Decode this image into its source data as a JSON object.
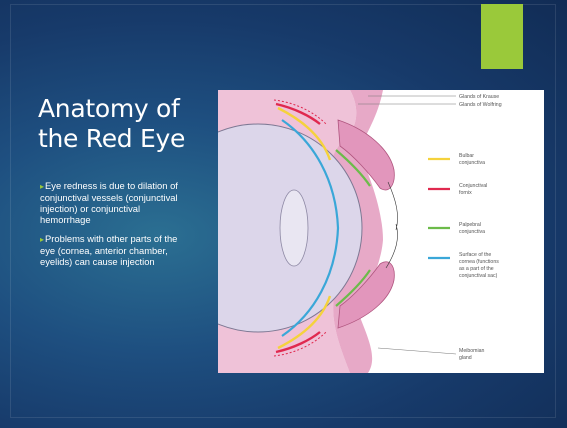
{
  "slide": {
    "title_lines": [
      "Anatomy of",
      "the Red Eye"
    ],
    "bullets": [
      "Eye redness is due to dilation of conjunctival vessels (conjunctival injection) or conjunctival hemorrhage",
      "Problems with other parts of the eye (cornea, anterior chamber, eyelids) can cause injection"
    ],
    "bullet_marker": "▸",
    "colors": {
      "background": "#1e4f80",
      "accent": "#9ac93a",
      "text": "#ffffff"
    }
  },
  "figure": {
    "top_labels": [
      "Glands of Krause",
      "Glands of Wolfring"
    ],
    "legend": [
      {
        "lines": [
          "Bulbar",
          "conjunctiva"
        ],
        "color": "#f5d23c"
      },
      {
        "lines": [
          "Conjunctival",
          "fornix"
        ],
        "color": "#e0294f"
      },
      {
        "lines": [
          "Palpebral",
          "conjunctiva"
        ],
        "color": "#6cbb4a"
      },
      {
        "lines": [
          "Surface of the",
          "cornea (functions",
          "as a part of the",
          "conjunctival sac)"
        ],
        "color": "#3aa7d8"
      }
    ],
    "bottom_labels": [
      "Meibomian",
      "gland"
    ]
  }
}
